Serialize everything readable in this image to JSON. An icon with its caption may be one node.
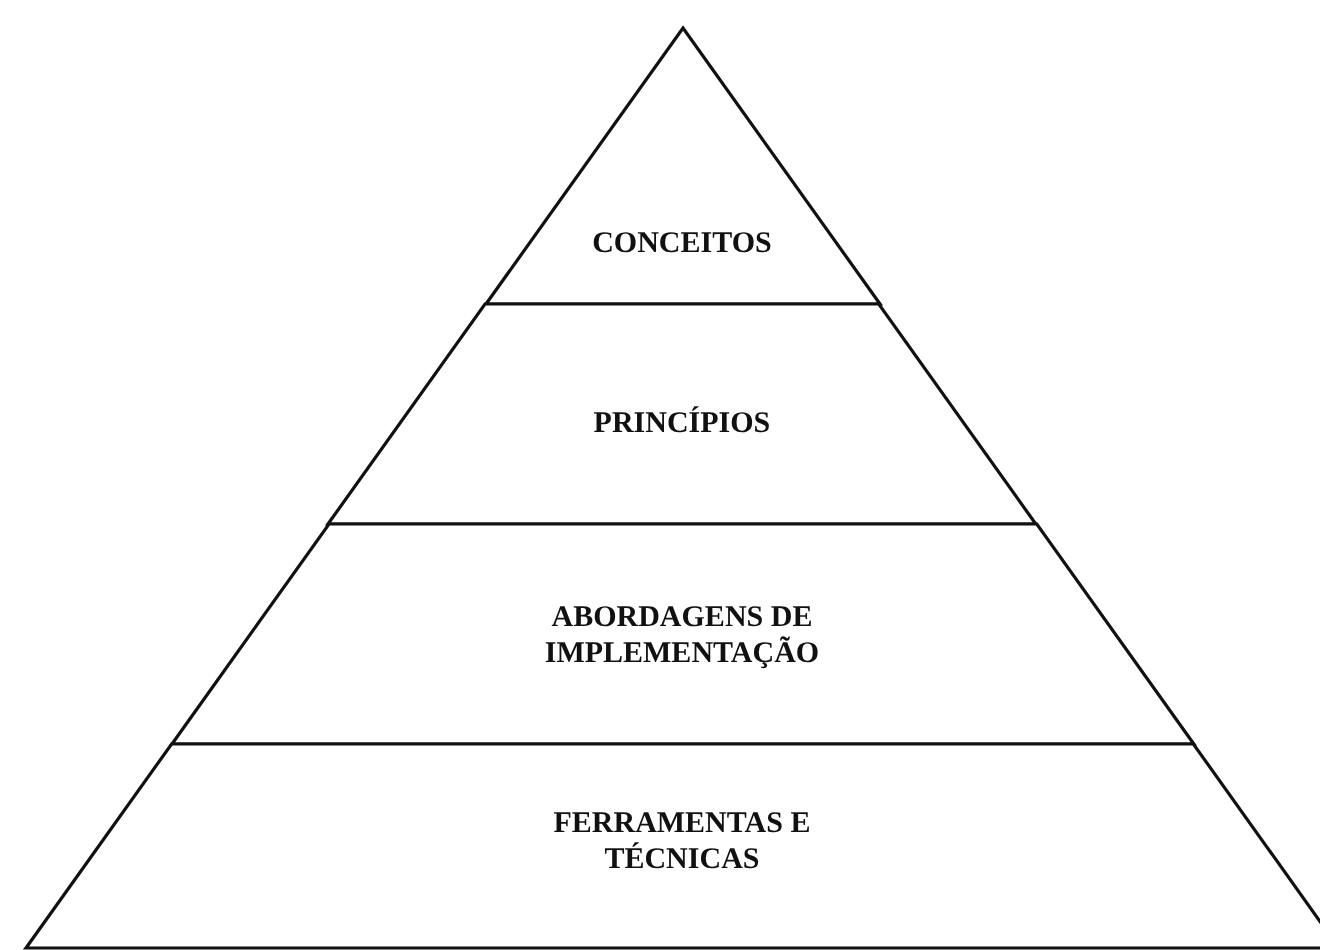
{
  "diagram": {
    "nodes": [
      {
        "text": [
          "CONCEITOS"
        ]
      },
      {
        "text": [
          "PRINCÍPIOS"
        ]
      },
      {
        "text": [
          "ABORDAGENS DE IMPLEMENTAÇÃO"
        ]
      },
      {
        "text": [
          "FERRAMENTAS E TÉCNICAS"
        ]
      }
    ]
  }
}
